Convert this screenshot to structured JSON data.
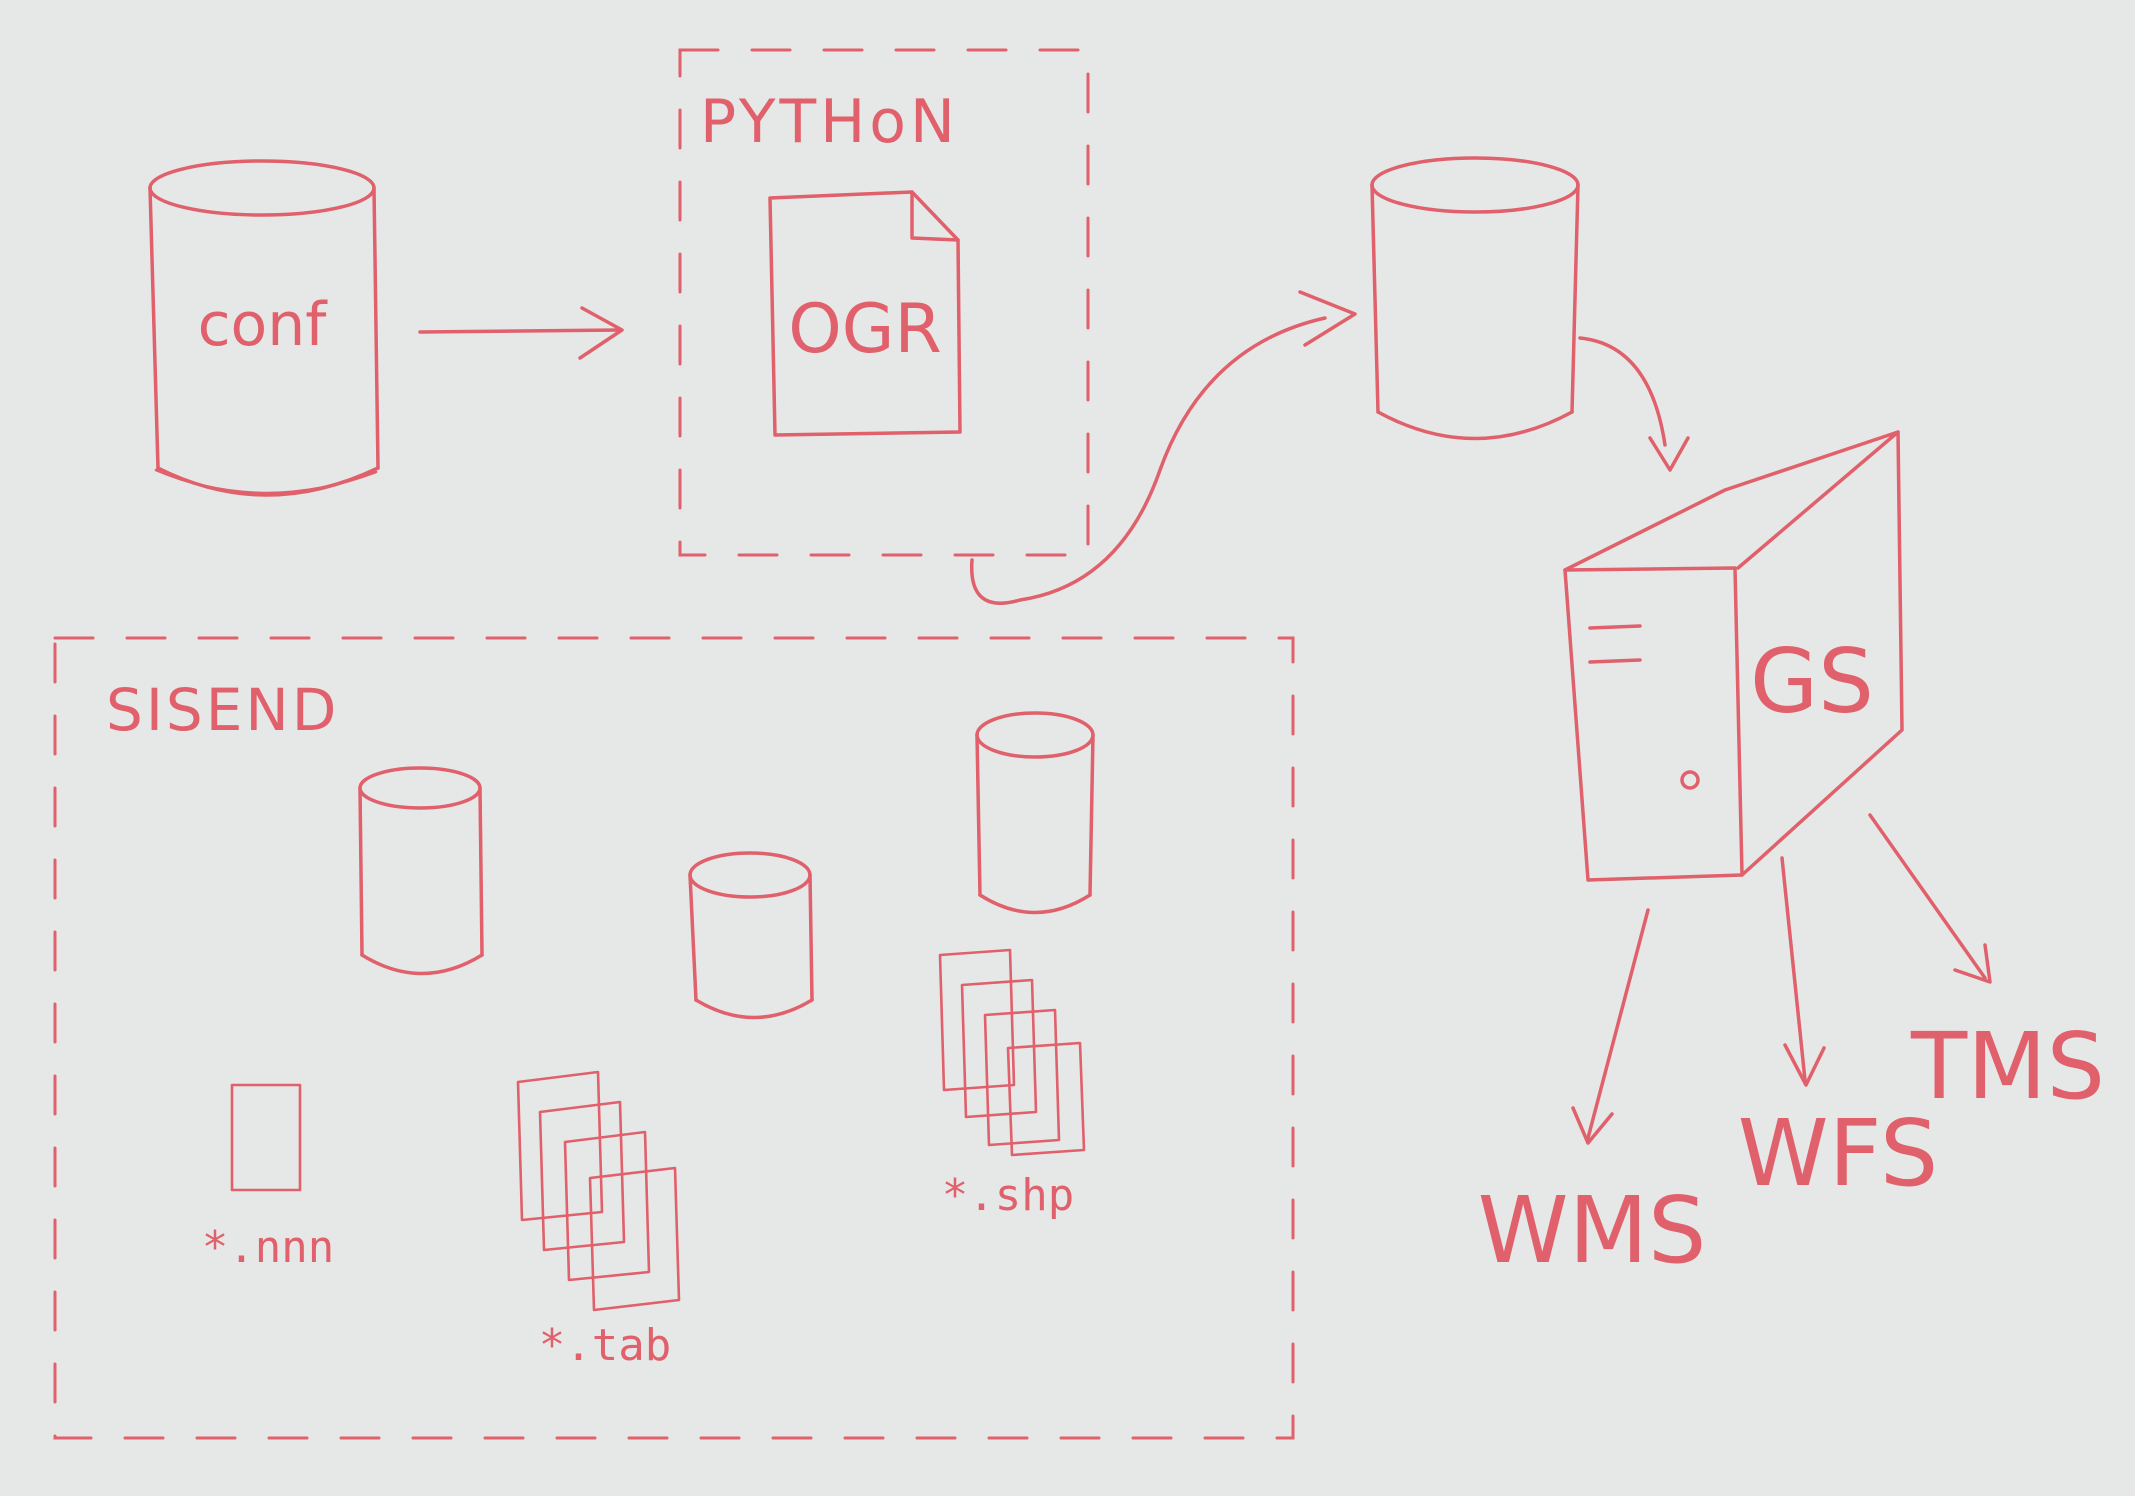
{
  "labels": {
    "conf": "conf",
    "python": "PYTHoN",
    "ogr": "OGR",
    "sisend": "SISEND",
    "nnn": "*.nnn",
    "tab": "*.tab",
    "shp": "*.shp",
    "gs": "GS",
    "wms": "WMS",
    "wfs": "WFS",
    "tms": "TMS"
  },
  "colors": {
    "paper": "#e6e8e7",
    "ink": "#e0606b"
  }
}
